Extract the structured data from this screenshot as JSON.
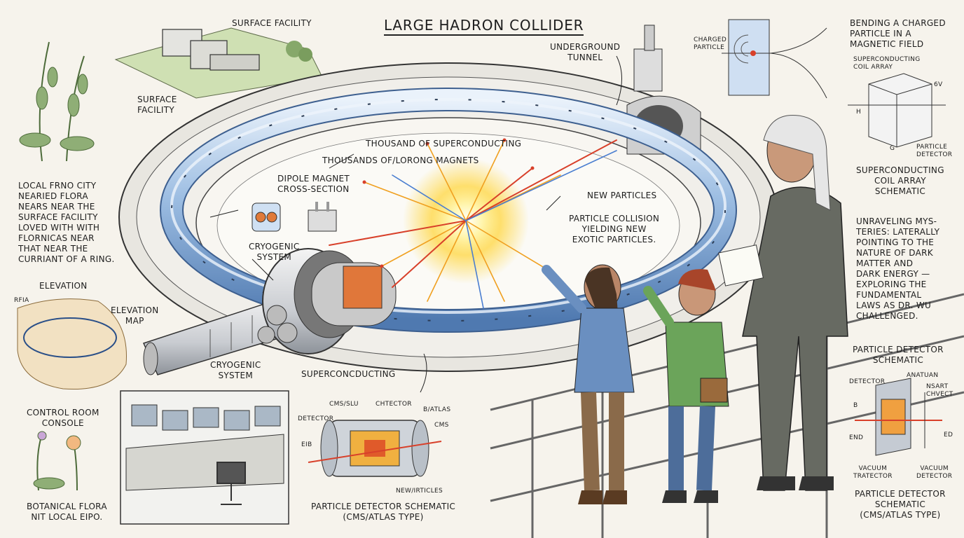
{
  "title": "LARGE HADRON COLLIDER",
  "labels": {
    "surface_facility_top": "SURFACE FACILITY",
    "surface_facility_left": "SURFACE\nFACILITY",
    "underground_tunnel": "UNDERGROUND\nTUNNEL",
    "thousand_superconducting": "THOUSAND OF SUPERCONDUCTING",
    "thousands_magnets": "THOUSANDS OF/LORONG MAGNETS",
    "dipole_magnet": "DIPOLE MAGNET\nCROSS-SECTION",
    "new_particles": "NEW PARTICLES",
    "particle_collision": "PARTICLE COLLISION\nYIELDING NEW\nEXOTIC PARTICLES.",
    "cryogenic_system_1": "CRYOGENIC\nSYSTEM",
    "cryogenic_system_2": "CRYOGENIC\nSYSTEM",
    "superconducting_bottom": "SUPERCONCDUCTING",
    "flora_note": "LOCAL FRNO CITY\nNEARIED FLORA\nNEARS NEAR THE\nSURFACE FACILITY\nLOVED WITH WITH\nFLORNICAS NEAR\nTHAT NEAR THE\nCURRIANT OF A RING.",
    "elevation": "ELEVATION",
    "elevation_map": "ELEVATION\nMAP",
    "map_tag": "RFIA",
    "control_room": "CONTROL ROOM\nCONSOLE",
    "botanical": "BOTANICAL FLORA\nNIT LOCAL EIPO.",
    "detector_schematic_bottom": "PARTICLE DETECTOR SCHEMATIC\n(CMS/ATLAS TYPE)",
    "det_cms_slu": "CMS/SLU",
    "det_chtector": "CHTECTOR",
    "det_batlas": "B/ATLAS",
    "det_detector": "DETECTOR",
    "det_cms": "CMS",
    "det_eib": "EIB",
    "det_newparticles": "NEW/IRTICLES",
    "charged_particle": "CHARGED\nPARTICLE",
    "bending_title": "BENDING A CHARGED\nPARTICLE IN A\nMAGNETIC FIELD",
    "coil_array_small": "SUPERCONDUCTING\nCOIL ARRAY",
    "coil_h": "h",
    "coil_6v": "6V",
    "coil_g": "g",
    "coil_particle_detector": "PARTICLE\nDETECTOR",
    "coil_schematic": "SUPERCONDUCTING\nCOIL ARRAY\nSCHEMATIC",
    "mysteries": "UNRAVELING MYS-\nTERIES: LATERALLY\nPOINTING TO THE\nNATURE OF DARK\nMATTER AND\nDARK ENERGY —\nEXPLORING THE\nFUNDAMENTAL\nLAWS AS DR. WU\nCHALLENGED.",
    "pd_title": "PARTICLE DETECTOR\nSCHEMATIC",
    "pd_detector": "DETECTOR",
    "pd_anatuan": "ANATUAN",
    "pd_nsart": "NSART\nCHVECT",
    "pd_b": "B",
    "pd_end": "END",
    "pd_ed": "ED",
    "pd_vacuum_tractor": "VACUUM\nTRATECTOR",
    "pd_vacuum_detector": "VACUUM\nDETECTOR",
    "pd_bottom": "PARTICLE DETECTOR\nSCHEMATIC\n(CMS/ATLAS TYPE)"
  },
  "colors": {
    "paper": "#f6f3ec",
    "ink": "#1f1f1f",
    "pipe_blue": "#8fb3dc",
    "pipe_light": "#d7e5f3",
    "collision_yellow": "#ffd84a",
    "collision_orange": "#f08a2a",
    "track_red": "#d8402a",
    "concrete": "#d8d6d0"
  }
}
